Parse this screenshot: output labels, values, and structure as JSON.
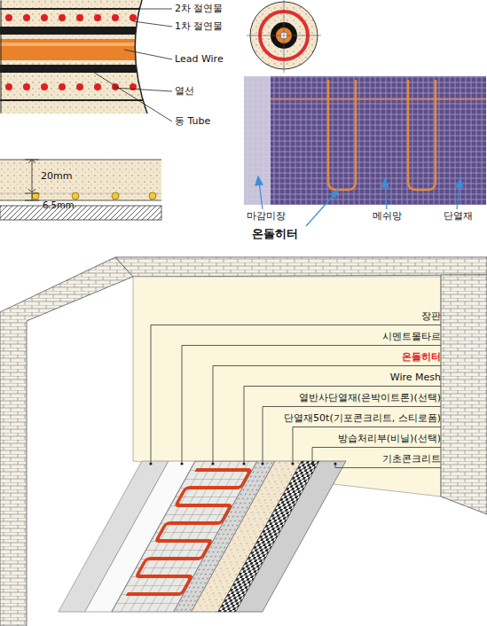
{
  "diagram": {
    "labels": [
      "2차 절연물",
      "1차 절연물",
      "Lead Wire",
      "열선",
      "동 Tube",
      "20mm",
      "6.5mm",
      "마감미장",
      "온돌히터",
      "메쉬망",
      "단열재",
      "장판",
      "시멘트몰타르",
      "온돌히터",
      "Wire Mesh",
      "열반사단열재(은박이트론)(선택)",
      "단열재50t(기포콘크리트, 스티로폼)",
      "방습처리부(비닐)(선택)",
      "기초콘크리트"
    ]
  }
}
